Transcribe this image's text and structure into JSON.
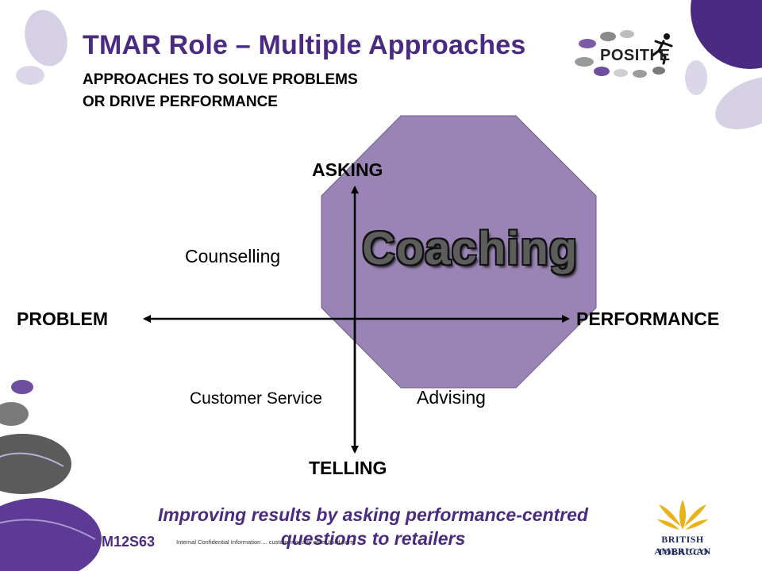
{
  "title": "TMAR Role – Multiple Approaches",
  "subtitle_line1": "APPROACHES TO SOLVE PROBLEMS",
  "subtitle_line2": "OR DRIVE PERFORMANCE",
  "diagram": {
    "axis_top": "ASKING",
    "axis_bottom": "TELLING",
    "axis_left": "PROBLEM",
    "axis_right": "PERFORMANCE",
    "center_label": "Coaching",
    "quadrant_top_left": "Counselling",
    "quadrant_bottom_left": "Customer Service",
    "quadrant_bottom_right": "Advising",
    "octagon_color": "#9a84b6"
  },
  "tagline": "Improving results by asking performance-centred questions to retailers",
  "slide_code": "M12S63",
  "footer_text": "Internal Confidential Information ... customer or any other third party.",
  "logo": {
    "text": "POSITI E",
    "icon": "running-person-icon"
  },
  "brand": {
    "line1": "BRITISH AMERICAN",
    "line2": "TOBACCO",
    "icon": "bat-leaf-icon"
  },
  "colors": {
    "accent": "#4b2a82",
    "octagon": "#9a84b6",
    "pale_purple": "#d3cde3"
  }
}
